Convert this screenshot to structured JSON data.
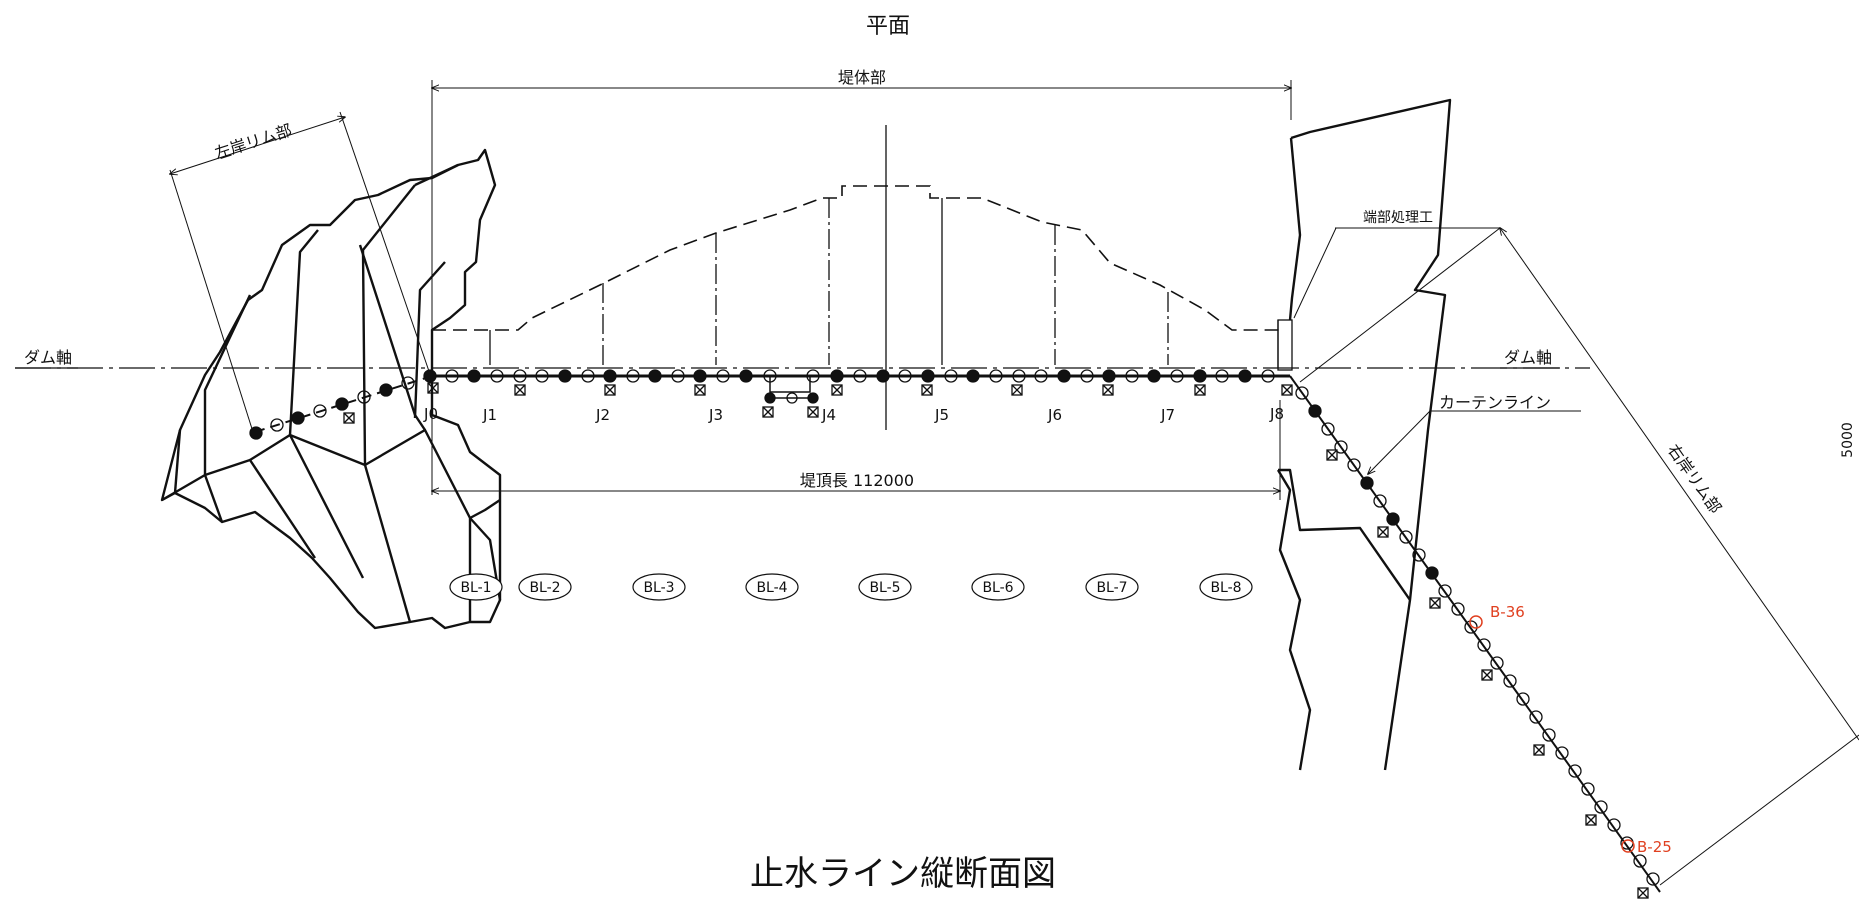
{
  "title": "平面",
  "bottom_title": "止水ライン縦断面図",
  "labels": {
    "dam_body": "堤体部",
    "left_rim": "左岸リム部",
    "right_rim": "右岸リム部",
    "dam_axis_left": "ダム軸",
    "dam_axis_right": "ダム軸",
    "end_treatment": "端部処理工",
    "curtain_line": "カーテンライン",
    "crest_length": "堤頂長 112000",
    "side_dimension": "5000"
  },
  "joints": [
    "J0",
    "J1",
    "J2",
    "J3",
    "J4",
    "J5",
    "J6",
    "J7",
    "J8"
  ],
  "blocks": [
    "BL-1",
    "BL-2",
    "BL-3",
    "BL-4",
    "BL-5",
    "BL-6",
    "BL-7",
    "BL-8"
  ],
  "boreholes": [
    "B-36",
    "B-25"
  ],
  "colors": {
    "line": "#111111",
    "borehole": "#e04020"
  }
}
